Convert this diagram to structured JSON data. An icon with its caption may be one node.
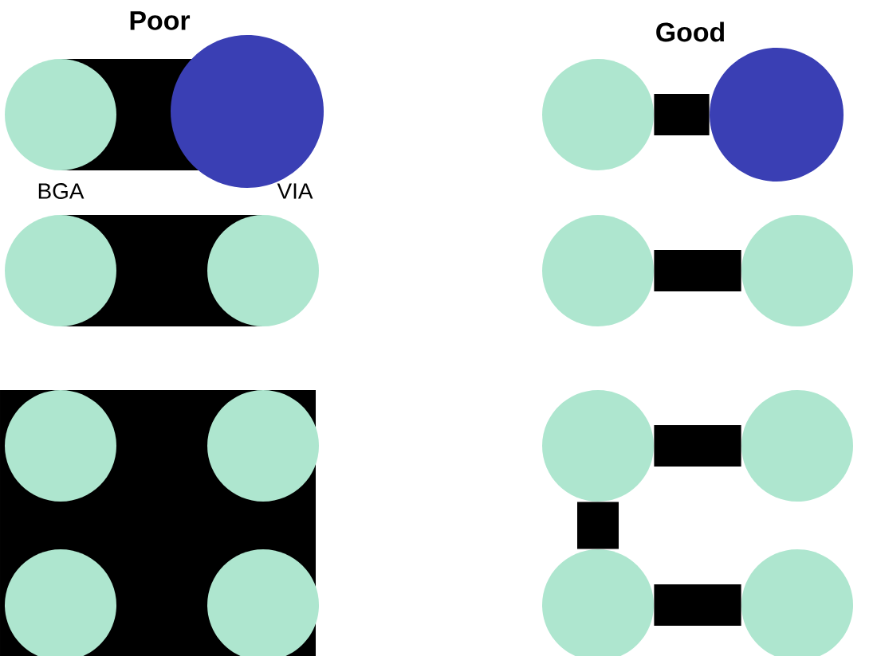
{
  "diagram": {
    "nodes": [
      {
        "text": [],
        "shape": "circle"
      },
      {
        "text": [],
        "shape": "circle"
      },
      {
        "text": [],
        "shape": "circle"
      },
      {
        "text": [],
        "shape": "circle"
      },
      {
        "text": [],
        "shape": "circle"
      },
      {
        "text": [],
        "shape": "circle"
      },
      {
        "text": [],
        "shape": "circle"
      },
      {
        "text": [],
        "shape": "circle"
      },
      {
        "text": [],
        "shape": "circle"
      },
      {
        "text": [],
        "shape": "circle"
      },
      {
        "text": [],
        "shape": "circle"
      },
      {
        "text": [],
        "shape": "circle"
      },
      {
        "text": [],
        "shape": "circle"
      },
      {
        "text": [],
        "shape": "circle"
      },
      {
        "text": [],
        "shape": "circle"
      },
      {
        "text": [],
        "shape": "circle"
      }
    ],
    "edges": [
      {
        "from": 2,
        "to": 3,
        "arrow": "none"
      },
      {
        "from": 6,
        "to": 7,
        "arrow": "none"
      },
      {
        "from": 10,
        "to": 11,
        "arrow": "none"
      },
      {
        "from": 10,
        "to": 14,
        "arrow": "none"
      },
      {
        "from": 14,
        "to": 15,
        "arrow": "none"
      }
    ],
    "labels": [
      "Poor",
      "Good",
      "BGA",
      "VIA"
    ]
  }
}
